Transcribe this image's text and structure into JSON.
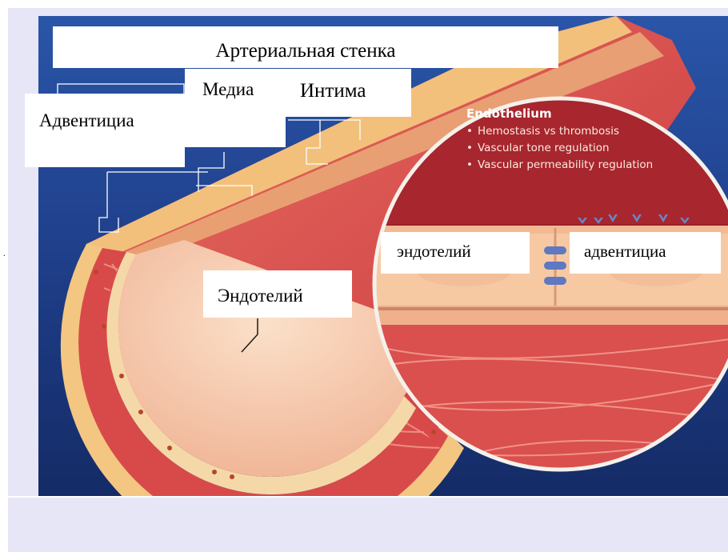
{
  "labels": {
    "arterial_wall": "Артериальная стенка",
    "media": "Медиа",
    "intima": "Интима",
    "adventitia_top": "Адвентициа",
    "endothelium_main": "Эндотелий",
    "endothelium_inset": "эндотелий",
    "adventitia_inset": "адвентициа"
  },
  "callout": {
    "title": "Endothelium",
    "bullets": [
      "Hemostasis vs thrombosis",
      "Vascular tone regulation",
      "Vascular permeability regulation"
    ]
  },
  "colors": {
    "background": "#1f3f8a",
    "slide_band": "#e6e6f7",
    "muscle": "#d84a4a",
    "adventitia": "#f3c682",
    "endothelium": "#f6c9a3",
    "callout_bg": "#9a1f2a"
  }
}
